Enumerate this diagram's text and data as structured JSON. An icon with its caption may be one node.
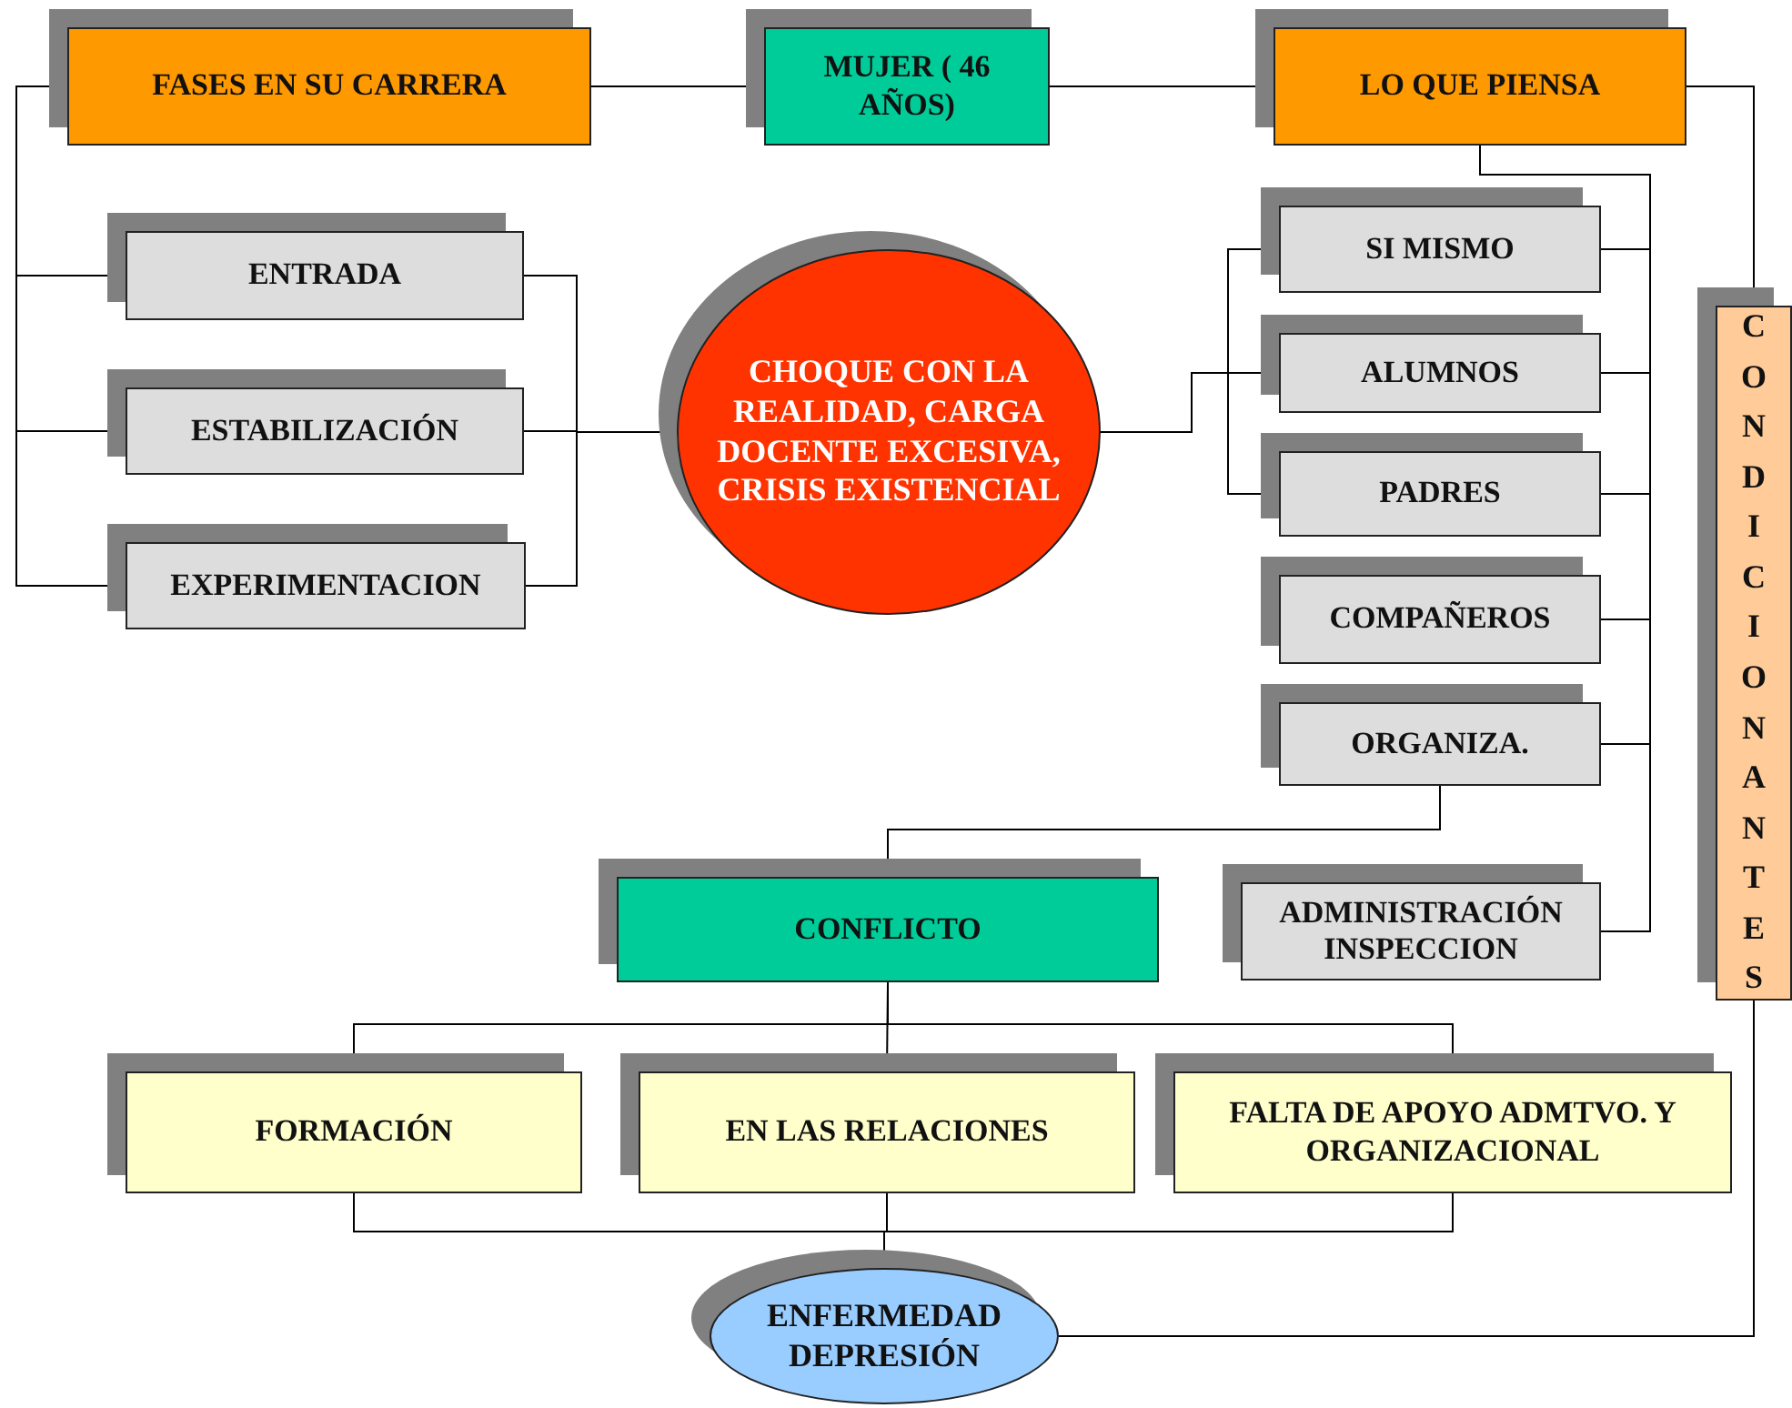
{
  "diagram": {
    "nodes": [
      {
        "text": [
          "FASES EN SU CARRERA"
        ]
      },
      {
        "text": [
          "MUJER ( 46 AÑOS)"
        ]
      },
      {
        "text": [
          "LO QUE PIENSA"
        ]
      },
      {
        "text": [
          "ENTRADA"
        ]
      },
      {
        "text": [
          "ESTABILIZACIÓN"
        ]
      },
      {
        "text": [
          "EXPERIMENTACION"
        ]
      },
      {
        "text": [
          "CHOQUE CON LA REALIDAD, CARGA DOCENTE EXCESIVA, CRISIS EXISTENCIAL"
        ]
      },
      {
        "text": [
          "SI MISMO"
        ]
      },
      {
        "text": [
          "ALUMNOS"
        ]
      },
      {
        "text": [
          "PADRES"
        ]
      },
      {
        "text": [
          "COMPAÑEROS"
        ]
      },
      {
        "text": [
          "ORGANIZA."
        ]
      },
      {
        "text": [
          "CONDICIONANTES"
        ]
      },
      {
        "text": [
          "CONFLICTO"
        ]
      },
      {
        "text": [
          "ADMINISTRACIÓN INSPECCION"
        ]
      },
      {
        "text": [
          "FORMACIÓN"
        ]
      },
      {
        "text": [
          "EN LAS RELACIONES"
        ]
      },
      {
        "text": [
          "FALTA DE APOYO ADMTVO. Y ORGANIZACIONAL"
        ]
      },
      {
        "text": [
          "ENFERMEDAD DEPRESIÓN"
        ]
      }
    ],
    "edges": [
      {
        "from": 0,
        "to": 1,
        "arrow": "none"
      },
      {
        "from": 1,
        "to": 2,
        "arrow": "none"
      },
      {
        "from": 0,
        "to": 3,
        "arrow": "none"
      },
      {
        "from": 0,
        "to": 4,
        "arrow": "none"
      },
      {
        "from": 0,
        "to": 5,
        "arrow": "none"
      },
      {
        "from": 3,
        "to": 6,
        "arrow": "none"
      },
      {
        "from": 4,
        "to": 6,
        "arrow": "none"
      },
      {
        "from": 5,
        "to": 6,
        "arrow": "none"
      },
      {
        "from": 6,
        "to": 7,
        "arrow": "none"
      },
      {
        "from": 6,
        "to": 8,
        "arrow": "none"
      },
      {
        "from": 6,
        "to": 9,
        "arrow": "none"
      },
      {
        "from": 2,
        "to": 7,
        "arrow": "none"
      },
      {
        "from": 2,
        "to": 8,
        "arrow": "none"
      },
      {
        "from": 2,
        "to": 9,
        "arrow": "none"
      },
      {
        "from": 2,
        "to": 10,
        "arrow": "none"
      },
      {
        "from": 2,
        "to": 11,
        "arrow": "none"
      },
      {
        "from": 2,
        "to": 14,
        "arrow": "none"
      },
      {
        "from": 2,
        "to": 12,
        "arrow": "none"
      },
      {
        "from": 11,
        "to": 13,
        "arrow": "none"
      },
      {
        "from": 13,
        "to": 15,
        "arrow": "none"
      },
      {
        "from": 13,
        "to": 16,
        "arrow": "none"
      },
      {
        "from": 13,
        "to": 17,
        "arrow": "none"
      },
      {
        "from": 15,
        "to": 18,
        "arrow": "none"
      },
      {
        "from": 16,
        "to": 18,
        "arrow": "none"
      },
      {
        "from": 17,
        "to": 18,
        "arrow": "none"
      },
      {
        "from": 12,
        "to": 18,
        "arrow": "none"
      }
    ]
  }
}
